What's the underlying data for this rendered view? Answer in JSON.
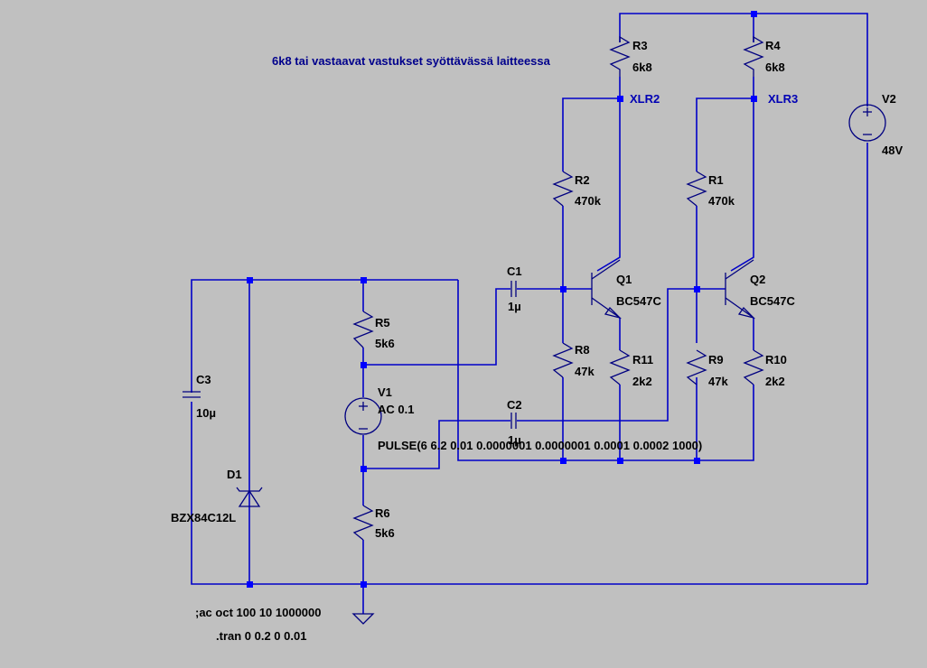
{
  "comment": "6k8 tai vastaavat vastukset syöttävässä laitteessa",
  "net_labels": {
    "xlr2": "XLR2",
    "xlr3": "XLR3"
  },
  "components": {
    "R1": {
      "name": "R1",
      "value": "470k"
    },
    "R2": {
      "name": "R2",
      "value": "470k"
    },
    "R3": {
      "name": "R3",
      "value": "6k8"
    },
    "R4": {
      "name": "R4",
      "value": "6k8"
    },
    "R5": {
      "name": "R5",
      "value": "5k6"
    },
    "R6": {
      "name": "R6",
      "value": "5k6"
    },
    "R8": {
      "name": "R8",
      "value": "47k"
    },
    "R9": {
      "name": "R9",
      "value": "47k"
    },
    "R10": {
      "name": "R10",
      "value": "2k2"
    },
    "R11": {
      "name": "R11",
      "value": "2k2"
    },
    "C1": {
      "name": "C1",
      "value": "1µ"
    },
    "C2": {
      "name": "C2",
      "value": "1µ"
    },
    "C3": {
      "name": "C3",
      "value": "10µ"
    },
    "Q1": {
      "name": "Q1",
      "value": "BC547C"
    },
    "Q2": {
      "name": "Q2",
      "value": "BC547C"
    },
    "D1": {
      "name": "D1",
      "value": "BZX84C12L"
    },
    "V1": {
      "name": "V1",
      "value": "AC 0.1",
      "value2": "PULSE(6 6.2 0.01 0.0000001 0.0000001 0.0001 0.0002 1000)"
    },
    "V2": {
      "name": "V2",
      "value": "48V"
    }
  },
  "directives": {
    "ac": ";ac oct 100 10 1000000",
    "tran": ".tran 0 0.2 0 0.01"
  }
}
